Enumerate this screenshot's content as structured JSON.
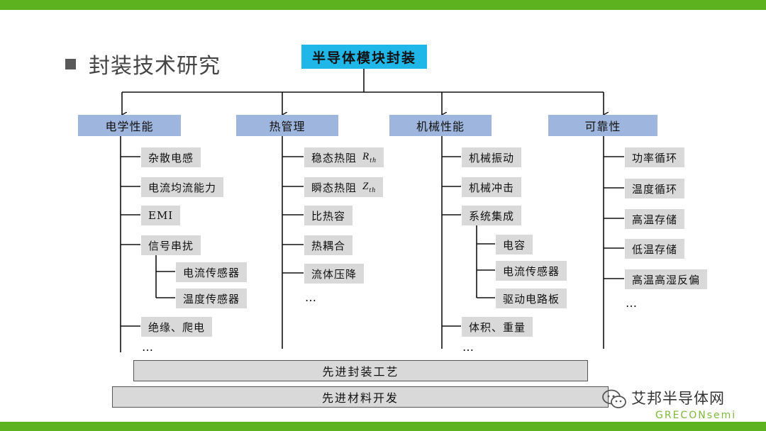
{
  "heading": "封装技术研究",
  "root": "半导体模块封装",
  "categories": {
    "electrical": {
      "label": "电学性能",
      "items": [
        "杂散电感",
        "电流均流能力",
        "EMI",
        "信号串扰"
      ],
      "sub_items": [
        "电流传感器",
        "温度传感器"
      ],
      "last_item": "绝缘、爬电",
      "ellipsis": "…"
    },
    "thermal": {
      "label": "热管理",
      "items": [
        {
          "text": "稳态热阻",
          "symbol": "R",
          "subscript": "th"
        },
        {
          "text": "瞬态热阻",
          "symbol": "Z",
          "subscript": "th"
        },
        {
          "text": "比热容"
        },
        {
          "text": "热耦合"
        },
        {
          "text": "流体压降"
        }
      ],
      "ellipsis": "…"
    },
    "mechanical": {
      "label": "机械性能",
      "items": [
        "机械振动",
        "机械冲击",
        "系统集成"
      ],
      "sub_items": [
        "电容",
        "电流传感器",
        "驱动电路板"
      ],
      "last_item": "体积、重量",
      "ellipsis": "…"
    },
    "reliability": {
      "label": "可靠性",
      "items": [
        "功率循环",
        "温度循环",
        "高温存储",
        "低温存储",
        "高温高湿反偏"
      ],
      "ellipsis": "…"
    }
  },
  "bottom_bars": [
    "先进封装工艺",
    "先进材料开发"
  ],
  "watermark": {
    "title": "艾邦半导体网",
    "subtitle": "GRECONsemi"
  },
  "colors": {
    "accent_green": "#5db31f",
    "root_fill": "#1fb6e8",
    "category_fill": "#9eb6dd",
    "leaf_fill": "#d9d9d9"
  }
}
